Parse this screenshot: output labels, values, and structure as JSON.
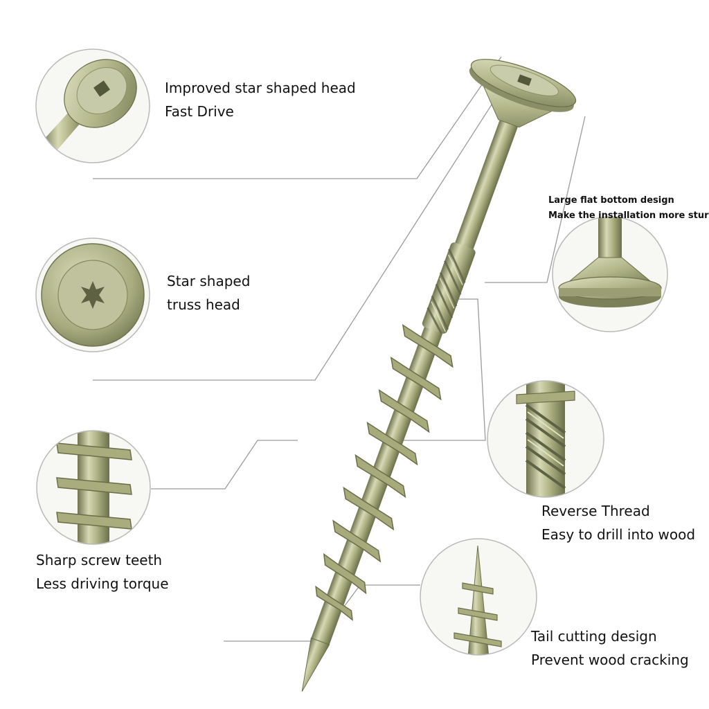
{
  "colors": {
    "metal": "#b4b88c",
    "metal_dark": "#6f7350",
    "metal_light": "#dcdfbd",
    "circle_border": "#b9b9b9",
    "leader": "#9a9a9a",
    "text": "#111111"
  },
  "callouts": {
    "head": {
      "line1": "Improved star shaped head",
      "line2": "Fast Drive"
    },
    "truss": {
      "line1": "Star shaped",
      "line2": "truss head"
    },
    "bottom": {
      "line1": "Large flat bottom design",
      "line2": "Make the installation more sturdy"
    },
    "teeth": {
      "line1": "Sharp screw teeth",
      "line2": "Less driving torque"
    },
    "thread": {
      "line1": "Reverse Thread",
      "line2": "Easy to drill into wood"
    },
    "tail": {
      "line1": "Tail cutting design",
      "line2": "Prevent wood cracking"
    }
  }
}
